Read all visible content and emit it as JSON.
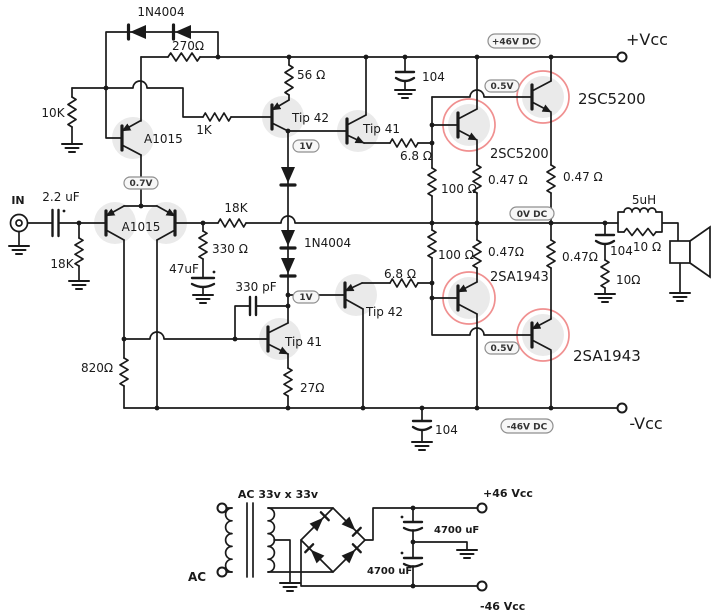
{
  "diagram_type": "circuit-schematic",
  "labels": {
    "d_top": "1N4004",
    "r270": "270Ω",
    "r10k": "10K",
    "r1k": "1K",
    "q_cs": "A1015",
    "r56": "56 Ω",
    "q_drv_pnp_top": "Tip 42",
    "q_drv_npn_top": "Tip 41",
    "c104_top": "104",
    "vcc_pos": "+Vcc",
    "q_out_npn_outer": "2SC5200",
    "q_out_npn_inner": "2SC5200",
    "r68_top": "6.8 Ω",
    "r100_top": "100 Ω",
    "r047_tl": "0.47 Ω",
    "r047_tr": "0.47 Ω",
    "in_jack": "IN",
    "c22": "2.2 uF",
    "r18k_in": "18K",
    "q_pair": "A1015",
    "r18k_fb": "18K",
    "r330": "330 Ω",
    "c47": "47uF",
    "d_mid": "1N4004",
    "c330p": "330 pF",
    "q_drv_pnp_bot": "Tip 42",
    "q_drv_npn_bot": "Tip 41",
    "r68_bot": "6.8 Ω",
    "r100_bot": "100 Ω",
    "l5": "5uH",
    "r10_par": "10 Ω",
    "c104_zobel": "104",
    "r10_zobel": "10Ω",
    "q_out_pnp_inner": "2SA1943",
    "q_out_pnp_outer": "2SA1943",
    "r047_bl": "0.47Ω",
    "r047_br": "0.47Ω",
    "r820": "820Ω",
    "r27": "27Ω",
    "vcc_neg": "-Vcc",
    "c104_bot": "104",
    "psu_sec": "AC 33v x 33v",
    "psu_ac": "AC",
    "c4700_top": "4700 uF",
    "c4700_bot": "4700 uF",
    "psu_pos": "+46 Vcc",
    "psu_neg": "-46 Vcc"
  },
  "badges": {
    "rail_pos": "+46V DC",
    "vbe_top": "0.5V",
    "v1_top": "1V",
    "v07": "0.7V",
    "rail_mid": "0V DC",
    "v1_bot": "1V",
    "vbe_bot": "0.5V",
    "rail_neg": "-46V DC"
  },
  "colors": {
    "wire": "#1a1a1a",
    "highlight_ring": "#f09090",
    "transistor_halo": "#eaeaea",
    "badge_fill": "#f7f7f7",
    "badge_border": "#8f8f8f"
  }
}
